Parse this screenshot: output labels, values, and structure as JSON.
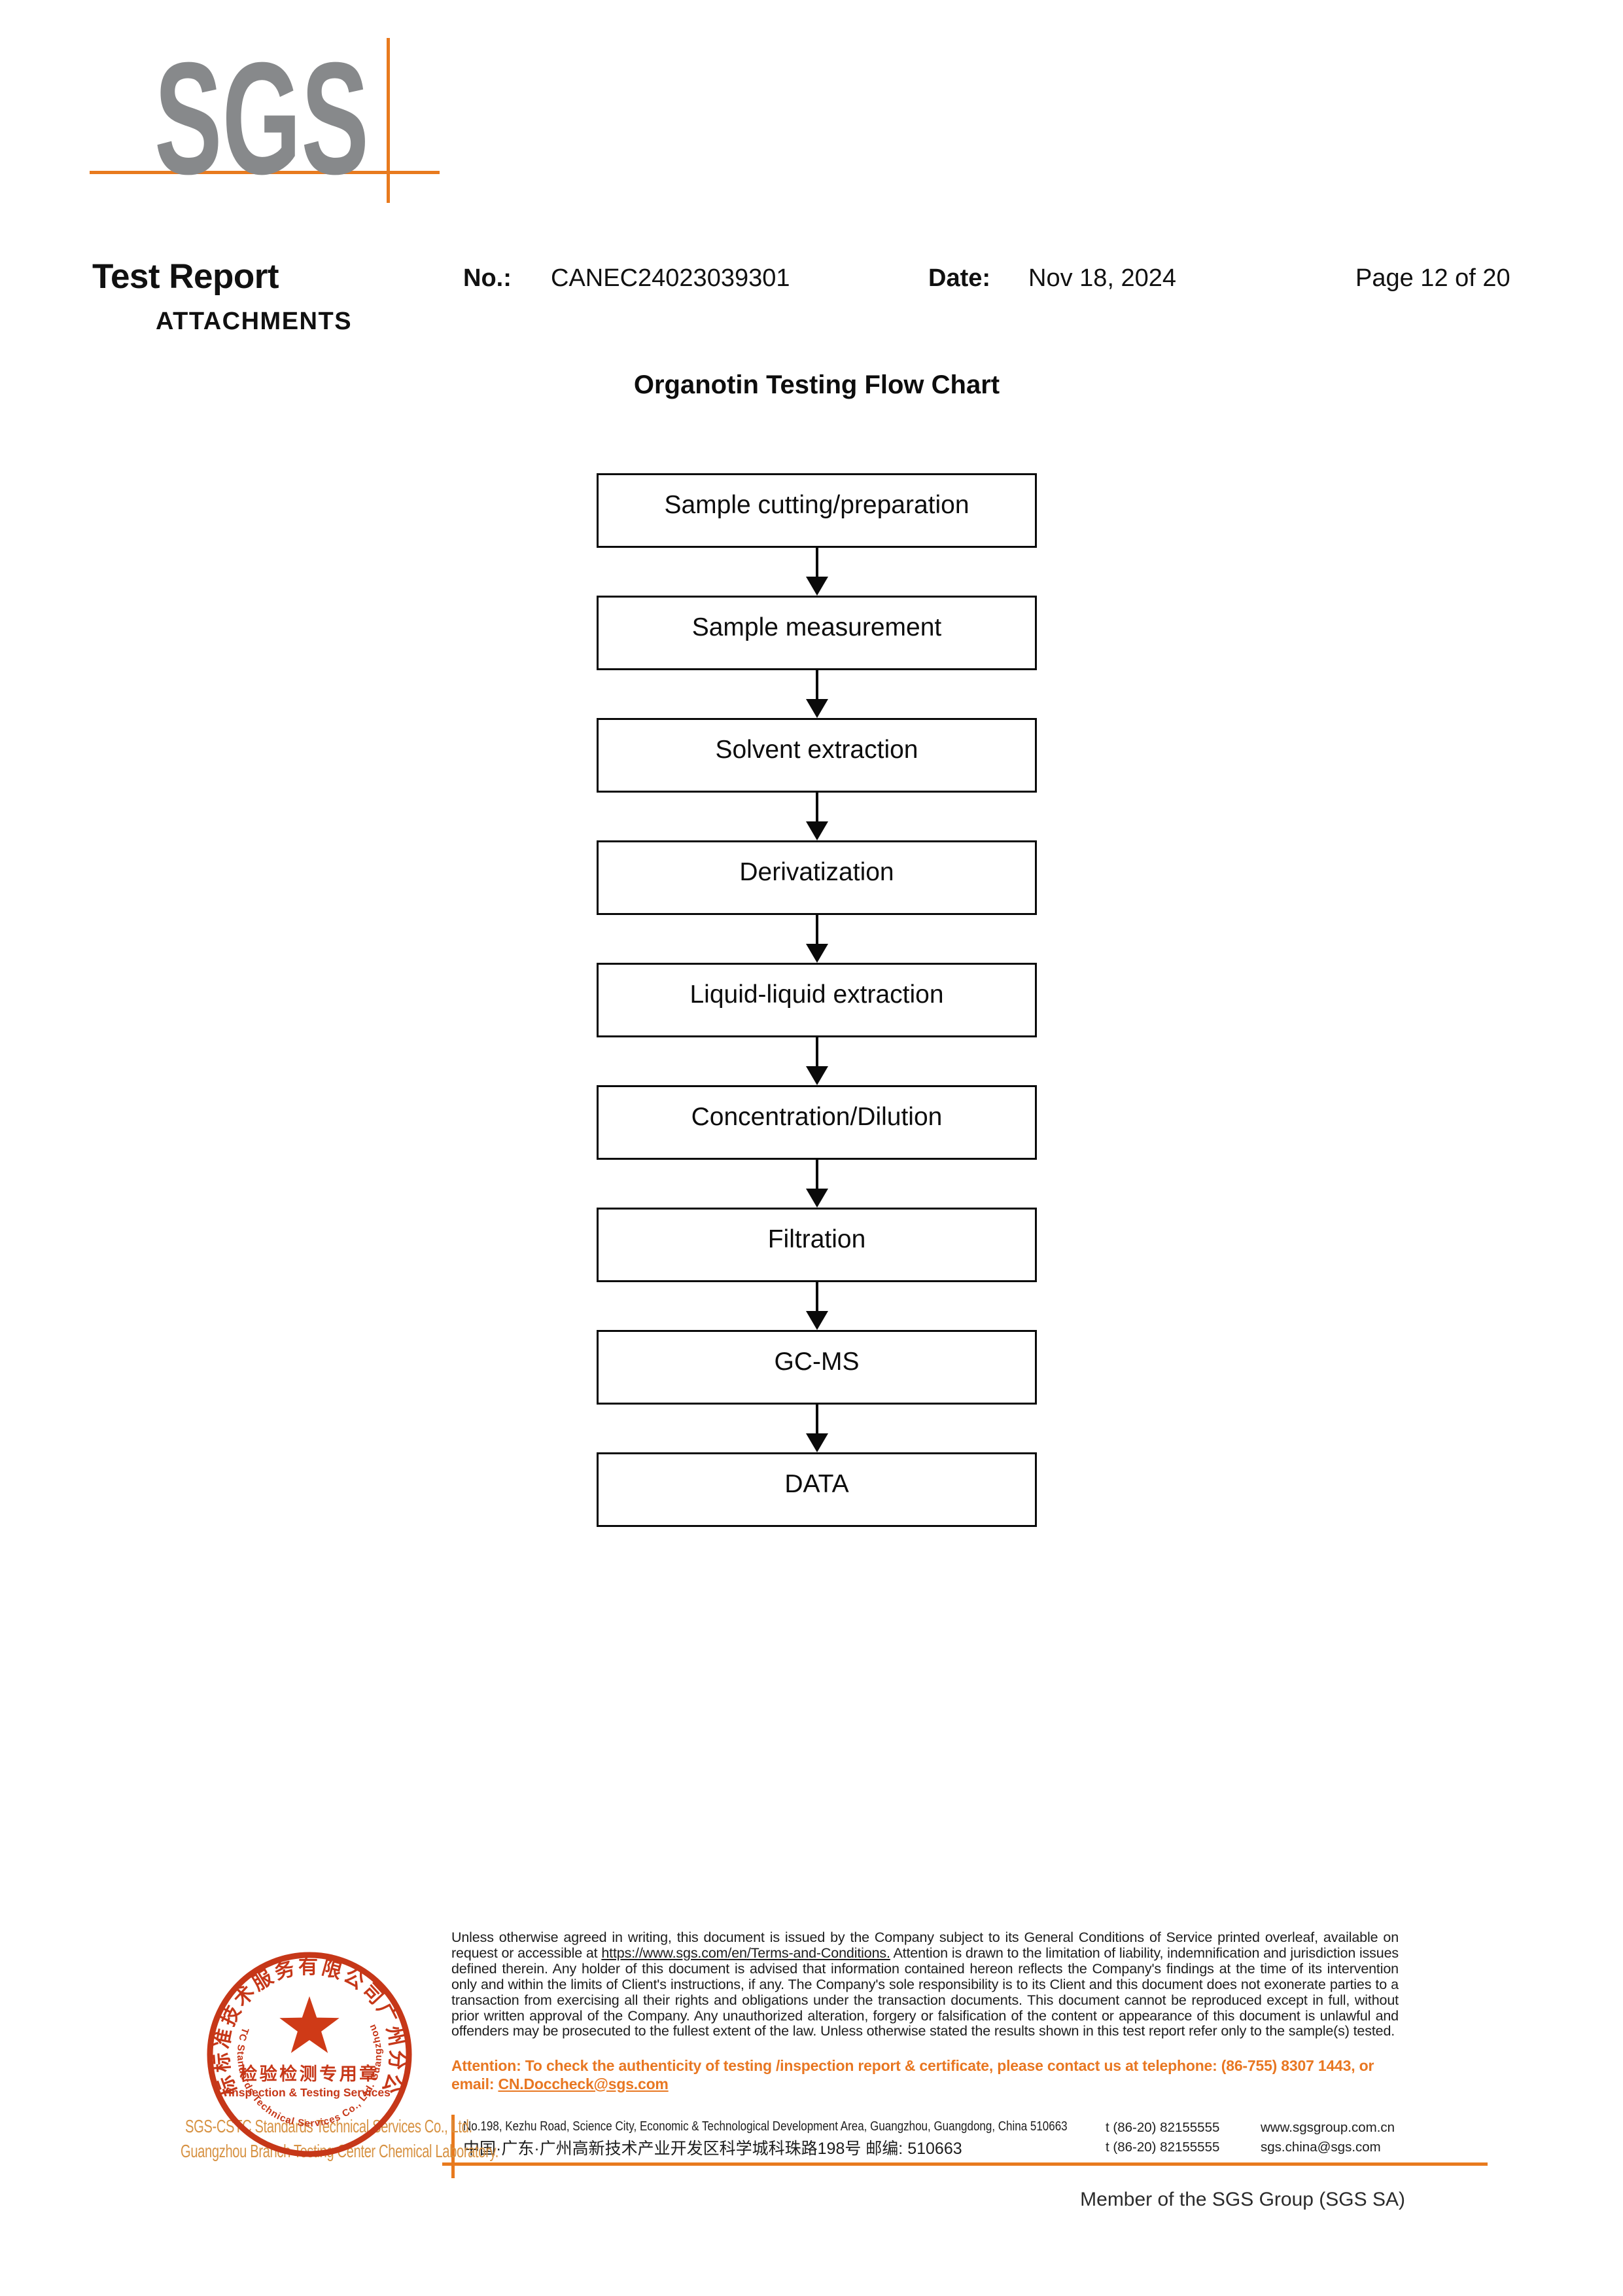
{
  "logo": {
    "text": "SGS"
  },
  "colors": {
    "sgs_gray": "#87898b",
    "sgs_orange": "#e87722",
    "stamp_red": "#c63718",
    "company_orange": "#d79243"
  },
  "header": {
    "title": "Test Report",
    "no_label": "No.:",
    "no_value": "CANEC24023039301",
    "date_label": "Date:",
    "date_value": "Nov 18, 2024",
    "page_label": "Page 12 of 20",
    "attachments_label": "ATTACHMENTS"
  },
  "flowchart": {
    "title": "Organotin Testing Flow Chart",
    "steps": [
      "Sample cutting/preparation",
      "Sample measurement",
      "Solvent extraction",
      "Derivatization",
      "Liquid-liquid extraction",
      "Concentration/Dilution",
      "Filtration",
      "GC-MS",
      "DATA"
    ]
  },
  "stamp": {
    "arc_top": "通标标准技术服务有限公司广州分公司",
    "center_line1": "检验检测专用章",
    "center_line2": "Inspection & Testing Services",
    "arc_bottom": "SGS-CSTC Standards Technical Services Co., Ltd. Guangzhou Branch"
  },
  "footer": {
    "company_line1": "SGS-CSTC Standards Technical  Services Co., Ltd.",
    "company_line2": "Guangzhou Branch Testing Center Chemical Laboratory.",
    "disclaimer_part1": "Unless otherwise agreed in writing, this document is issued by the Company subject to its General Conditions of Service printed overleaf, available on request or accessible at ",
    "disclaimer_url": "https://www.sgs.com/en/Terms-and-Conditions.",
    "disclaimer_part2": " Attention is drawn to the limitation of liability, indemnification and jurisdiction issues defined therein. Any holder of this document is advised that information contained hereon reflects the Company's findings at the time of its intervention only and within the limits of Client's instructions, if any. The Company's sole responsibility is to its Client and this document does not exonerate parties to a transaction from exercising all their rights and obligations under the transaction documents. This document cannot be reproduced except in full, without prior written approval of the Company. Any unauthorized alteration, forgery or falsification of the content or appearance of this document is unlawful and offenders may be prosecuted to the fullest extent of the law. Unless otherwise stated the results shown in this test report refer only to the sample(s) tested.",
    "attention_part1": "Attention: To check the authenticity of testing /inspection report & certificate, please contact us at telephone: (86-755) 8307 1443, or email: ",
    "attention_email": "CN.Doccheck@sgs.com",
    "address_en": "No.198, Kezhu Road, Science City, Economic & Technological Development Area, Guangzhou, Guangdong, China 510663",
    "address_cn": "中国·广东·广州高新技术产业开发区科学城科珠路198号  邮编: 510663",
    "tel_1": "t (86-20) 82155555",
    "tel_2": "t (86-20) 82155555",
    "web": "www.sgsgroup.com.cn",
    "email": "sgs.china@sgs.com",
    "member_line": "Member of the SGS Group (SGS SA)"
  }
}
